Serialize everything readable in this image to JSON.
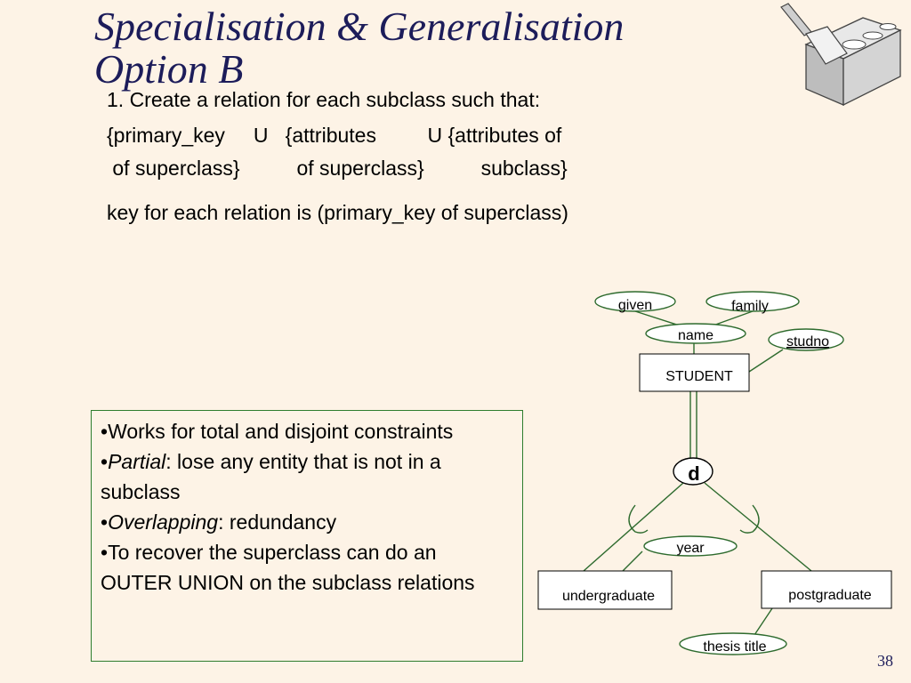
{
  "slide": {
    "title_line1": "Specialisation & Generalisation",
    "title_line2": "Option B",
    "rule_line1": "1. Create a relation for each subclass such that:",
    "rule_line2": "{primary_key     U   {attributes         U {attributes of",
    "rule_line3": " of superclass}          of superclass}          subclass}",
    "key_line": "key for each relation is (primary_key of superclass)",
    "page_number": "38"
  },
  "notes": [
    {
      "bullet": "•",
      "em": "",
      "text": "Works for total and disjoint constraints"
    },
    {
      "bullet": "•",
      "em": "Partial",
      "text": ": lose any entity that is not in a subclass"
    },
    {
      "bullet": "•",
      "em": "Overlapping",
      "text": ": redundancy"
    },
    {
      "bullet": "•",
      "em": "",
      "text": "To recover the superclass can do an OUTER UNION on the subclass relations"
    }
  ],
  "diagram": {
    "entities": {
      "student": "STUDENT",
      "undergraduate": "undergraduate",
      "postgraduate": "postgraduate"
    },
    "attributes": {
      "given": "given",
      "family": "family",
      "name": "name",
      "studno": "studno",
      "year": "year",
      "thesis_title": "thesis title"
    },
    "specialisation_symbol": "d",
    "colors": {
      "lines": "#2e6b2e",
      "title": "#1c1c5a",
      "background": "#fdf3e6"
    }
  }
}
